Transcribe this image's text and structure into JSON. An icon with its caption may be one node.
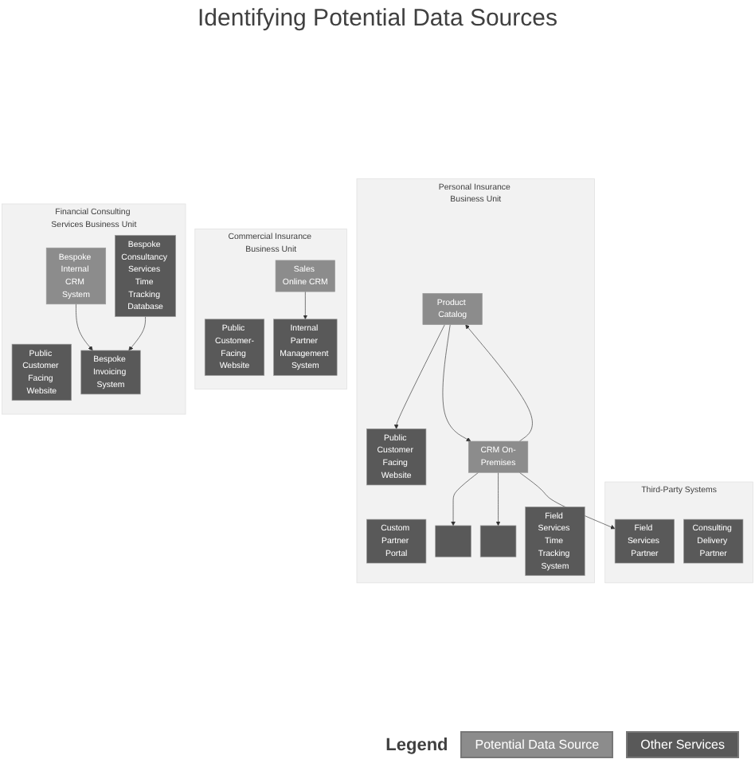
{
  "diagram": {
    "title": "Identifying Potential Data Sources",
    "nodes": [
      {
        "text": [
          "Third-Party Systems"
        ]
      },
      {
        "text": [
          "Field Services Partner"
        ],
        "in": 0
      },
      {
        "text": [
          "Consulting Delivery Partner"
        ],
        "in": 0
      },
      {
        "text": [
          "Personal Insurance Business Unit"
        ]
      },
      {
        "text": [
          "Public Customer Facing Website"
        ],
        "in": 3
      },
      {
        "text": [
          "Custom Partner Portal"
        ],
        "in": 3
      },
      {
        "text": [
          "Product Catalog"
        ],
        "in": 3
      },
      {
        "text": [
          "CRM On-Premises"
        ],
        "in": 3
      },
      {
        "text": [],
        "shape": "box",
        "in": 3
      },
      {
        "text": [],
        "shape": "box",
        "in": 3
      },
      {
        "text": [
          "Field Services Time Tracking System"
        ],
        "in": 3
      },
      {
        "text": [
          "Commercial Insurance Business Unit"
        ]
      },
      {
        "text": [
          "Public Customer-Facing Website"
        ],
        "in": 11
      },
      {
        "text": [
          "Sales Online CRM"
        ],
        "in": 11
      },
      {
        "text": [
          "Internal Partner Management System"
        ],
        "in": 11
      },
      {
        "text": [
          "Financial Consulting Services Business Unit"
        ]
      },
      {
        "text": [
          "Public Customer Facing Website"
        ],
        "in": 15
      },
      {
        "text": [
          "Bespoke Internal CRM System"
        ],
        "in": 15
      },
      {
        "text": [
          "Bespoke Invoicing System"
        ],
        "in": 15
      },
      {
        "text": [
          "Bespoke Consultancy Services Time Tracking Database"
        ],
        "in": 15
      }
    ],
    "edges": [
      {
        "from": 6,
        "to": 4,
        "arrow": "to"
      },
      {
        "from": 7,
        "to": 6,
        "arrow": "to"
      },
      {
        "from": 6,
        "to": 7,
        "arrow": "to"
      },
      {
        "from": 7,
        "to": 1,
        "arrow": "to"
      },
      {
        "from": 7,
        "to": 8,
        "arrow": "to"
      },
      {
        "from": 7,
        "to": 9,
        "arrow": "to"
      },
      {
        "from": 13,
        "to": 14,
        "arrow": "to"
      },
      {
        "from": 17,
        "to": 18,
        "arrow": "to"
      },
      {
        "from": 19,
        "to": 18,
        "arrow": "to"
      }
    ],
    "labels": [
      "Legend"
    ],
    "legend": [
      {
        "text": "Potential Data Source",
        "color": "#8c8c8c"
      },
      {
        "text": "Other Services",
        "color": "#595959"
      }
    ]
  }
}
